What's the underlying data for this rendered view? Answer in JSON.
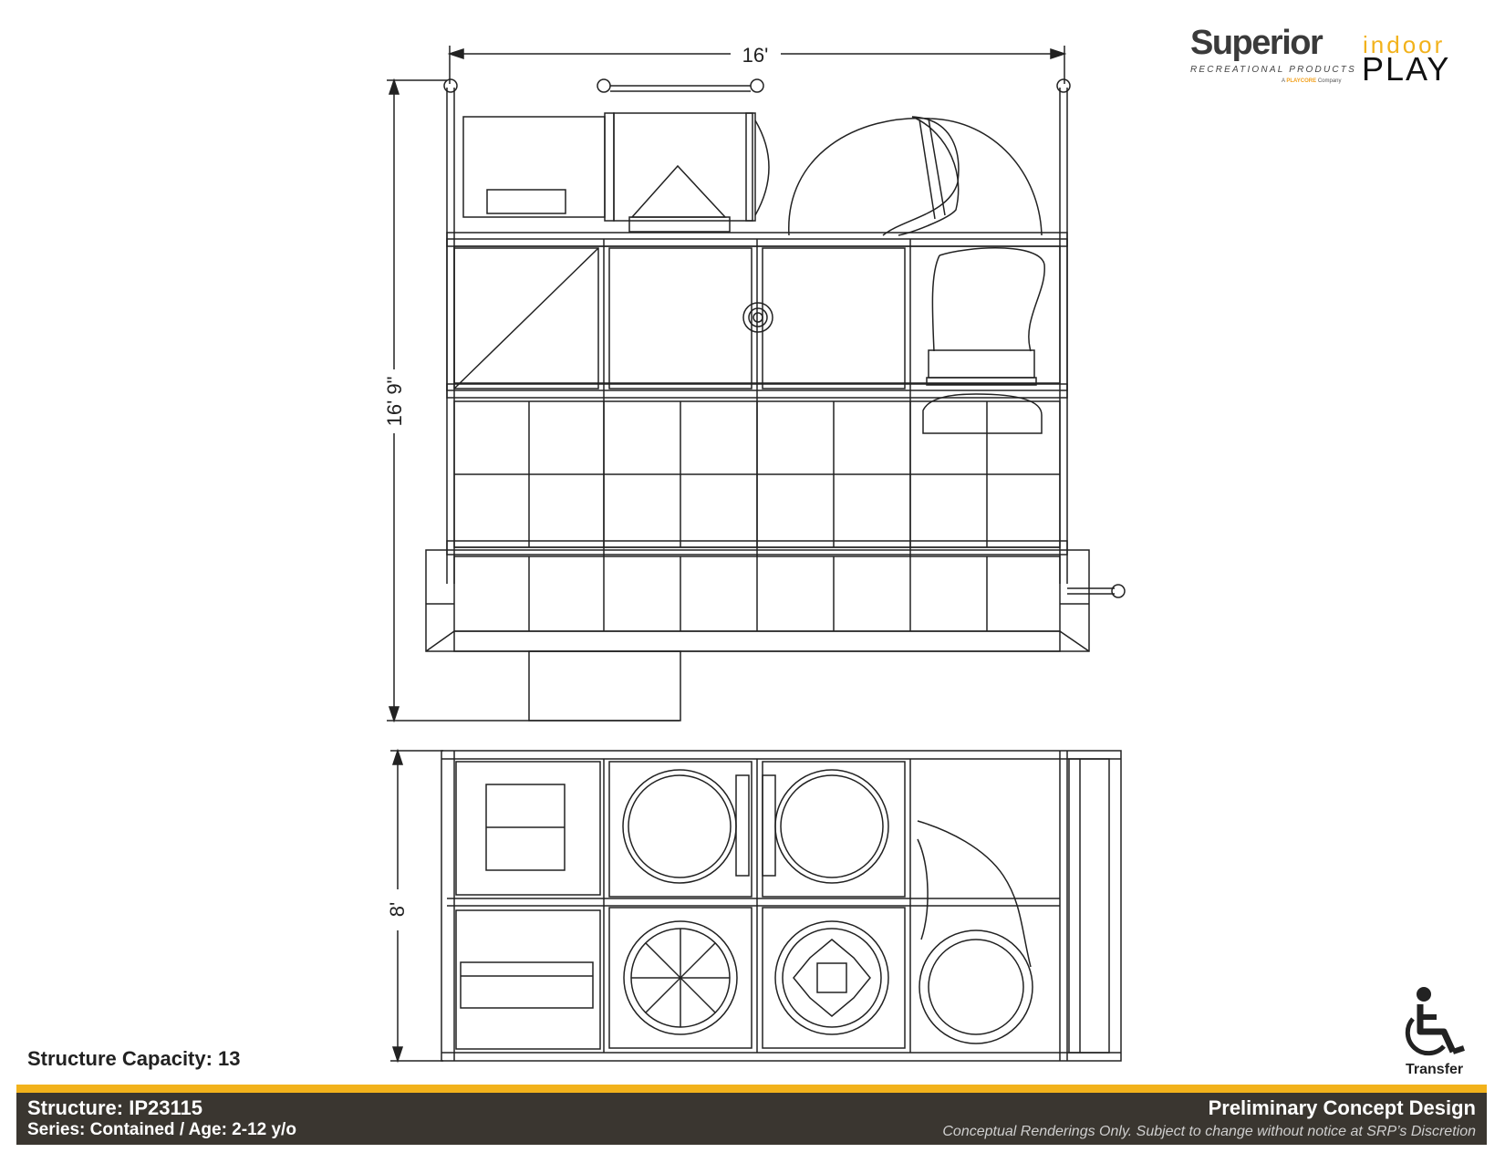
{
  "brand": {
    "primary": "Superior",
    "tagline": "RECREATIONAL PRODUCTS",
    "parent_prefix": "A",
    "parent": "PLAYCORE",
    "parent_suffix": "Company",
    "product_top": "indoor",
    "product_bottom": "PLAY",
    "accent_color": "#f2b21b",
    "dark_color": "#3a3630"
  },
  "plan_view": {
    "width_label": "16'",
    "depth_label": "16' 9\""
  },
  "elevation_view": {
    "height_label": "8'"
  },
  "capacity": "Structure Capacity: 13",
  "accessibility": {
    "icon": "wheelchair-icon",
    "label": "Transfer"
  },
  "footer": {
    "structure": "Structure: IP23115",
    "series": "Series: Contained / Age: 2-12 y/o",
    "status": "Preliminary Concept Design",
    "disclaimer": "Conceptual Renderings Only. Subject to change without notice at SRP’s Discretion"
  }
}
